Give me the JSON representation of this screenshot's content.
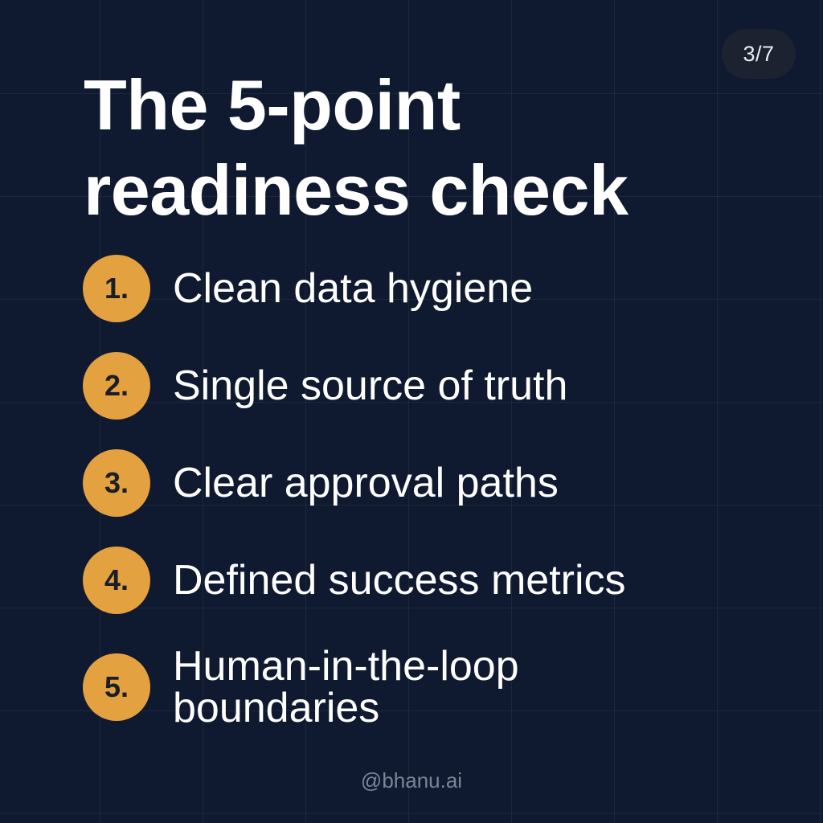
{
  "slide": {
    "counter": "3/7",
    "title": "The 5-point readiness check",
    "items": [
      {
        "number": "1.",
        "text": "Clean data hygiene"
      },
      {
        "number": "2.",
        "text": "Single source of truth"
      },
      {
        "number": "3.",
        "text": "Clear approval paths"
      },
      {
        "number": "4.",
        "text": "Defined success metrics"
      },
      {
        "number": "5.",
        "text": "Human-in-the-loop boundaries"
      }
    ],
    "handle": "@bhanu.ai"
  },
  "colors": {
    "background": "#0f1a30",
    "badge": "#e3a13f",
    "badge_text": "#1a1e27",
    "text": "#ffffff",
    "muted": "#7c8496",
    "counter_bg": "#1c2230"
  }
}
